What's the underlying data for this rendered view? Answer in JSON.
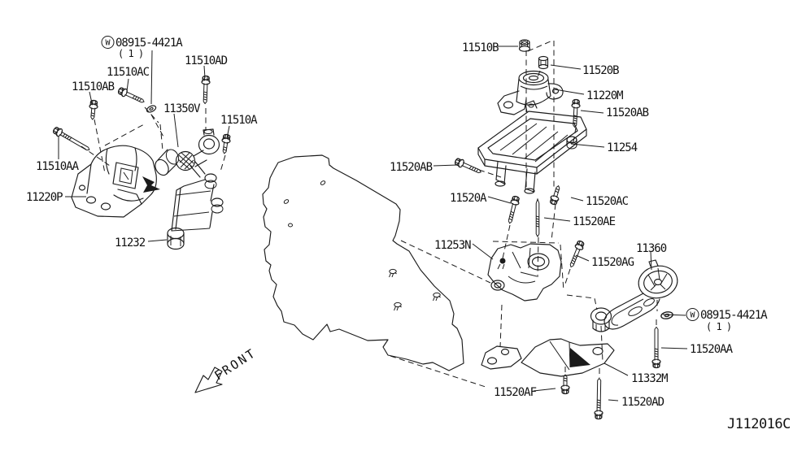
{
  "diagram": {
    "code": "J112016C",
    "front_label": "FRONT",
    "washer_marker": "W"
  },
  "labels": {
    "washer_spec_left": "08915-4421A",
    "washer_qty_left": "( 1 )",
    "bolt_11510ac": "11510AC",
    "bolt_11510ab": "11510AB",
    "bolt_11510ad": "11510AD",
    "rod_11350v": "11350V",
    "bolt_11510a": "11510A",
    "bolt_11510aa": "11510AA",
    "mount_11220p": "11220P",
    "bracket_11232": "11232",
    "nut_11510b": "11510B",
    "bushing_11520b": "11520B",
    "mount_11220m": "11220M",
    "bolt_11520ab_right": "11520AB",
    "plate_11254": "11254",
    "bolt_11520ab_left": "11520AB",
    "bolt_11520a": "11520A",
    "bolt_11520ac": "11520AC",
    "stud_11520ae": "11520AE",
    "bracket_11253n": "11253N",
    "bolt_11520ag": "11520AG",
    "rod_11360": "11360",
    "washer_spec_right": "08915-4421A",
    "washer_qty_right": "( 1 )",
    "bolt_11520aa": "11520AA",
    "bracket_11332m": "11332M",
    "bolt_11520af": "11520AF",
    "bolt_11520ad": "11520AD"
  }
}
